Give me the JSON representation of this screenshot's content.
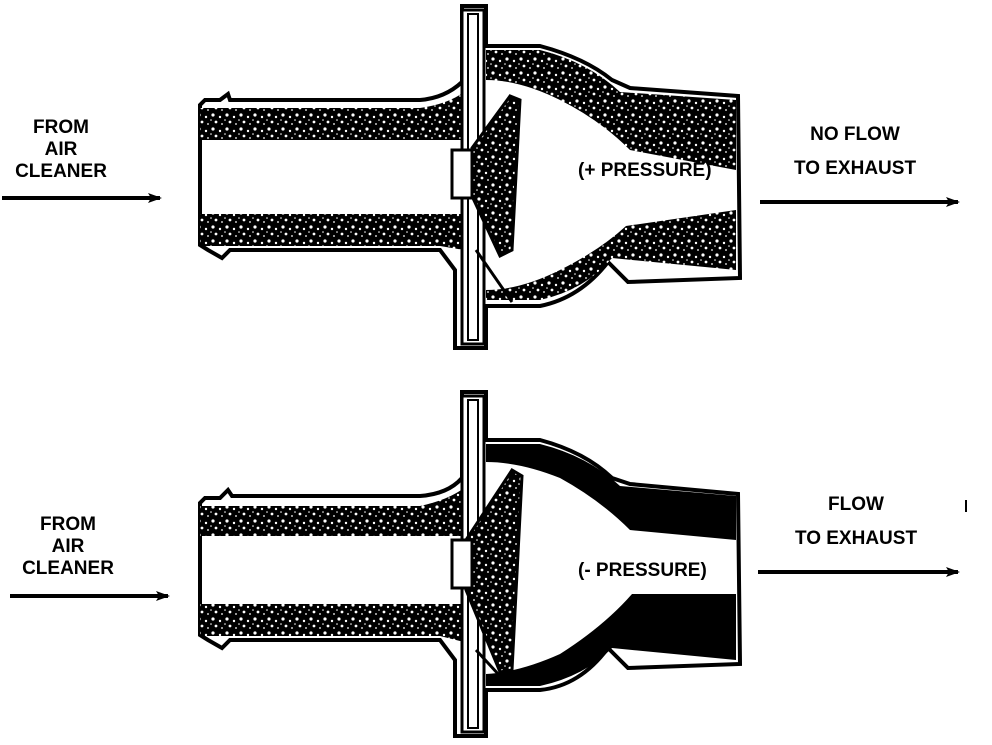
{
  "top_diagram": {
    "inlet_label": [
      "FROM",
      "AIR",
      "CLEANER"
    ],
    "pressure_label": "(+ PRESSURE)",
    "outlet_label": [
      "NO FLOW",
      "TO EXHAUST"
    ]
  },
  "bottom_diagram": {
    "inlet_label": [
      "FROM",
      "AIR",
      "CLEANER"
    ],
    "pressure_label": "(- PRESSURE)",
    "outlet_label": [
      "FLOW",
      "TO EXHAUST"
    ]
  },
  "colors": {
    "ink": "#000000",
    "paper": "#ffffff"
  }
}
